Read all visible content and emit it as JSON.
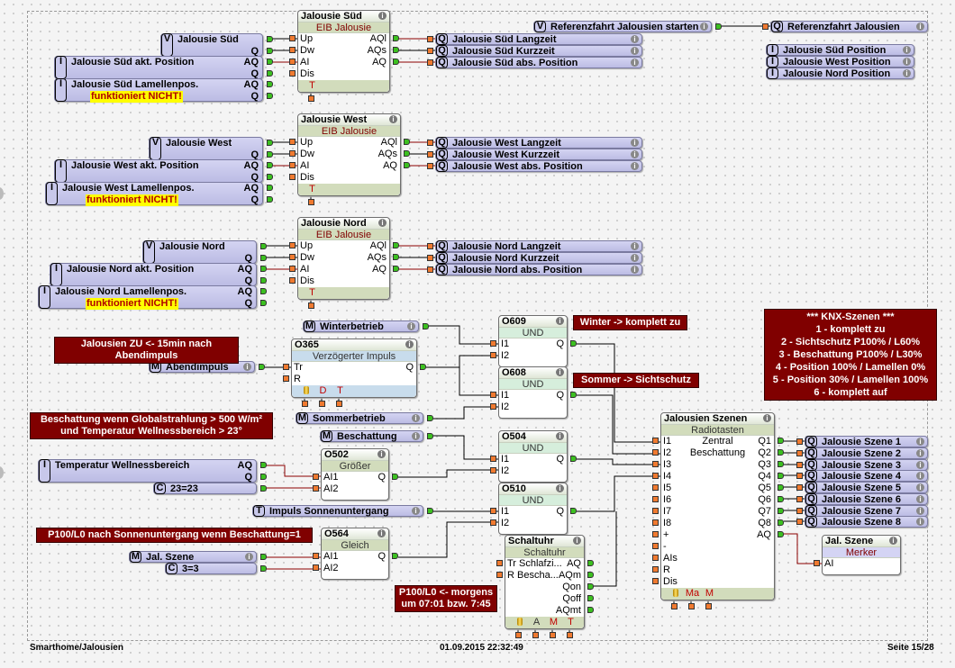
{
  "footer": {
    "path": "Smarthome/Jalousien",
    "datetime": "01.09.2015 22:32:49",
    "page": "Seite 15/28"
  },
  "colors": {
    "tag_fill": "#c8c8ec",
    "note_fill": "#800000",
    "warning_fill": "#ffff00",
    "output_connector": "#3cc020",
    "input_connector": "#f07a30",
    "analog_wire": "#8b0000",
    "digital_wire": "#000000"
  },
  "inputs": [
    {
      "badge": "V",
      "label": "Jalousie Süd",
      "ports": [
        "",
        "Q"
      ]
    },
    {
      "badge": "I",
      "label": "Jalousie Süd akt. Position",
      "ports": [
        "AQ",
        "Q"
      ]
    },
    {
      "badge": "I",
      "label": "Jalousie Süd Lamellenpos.",
      "ports": [
        "AQ",
        "Q"
      ],
      "note": "funktioniert NICHT!"
    },
    {
      "badge": "V",
      "label": "Jalousie West",
      "ports": [
        "",
        "Q"
      ]
    },
    {
      "badge": "I",
      "label": "Jalousie West akt. Position",
      "ports": [
        "AQ",
        "Q"
      ]
    },
    {
      "badge": "I",
      "label": "Jalousie West Lamellenpos.",
      "ports": [
        "AQ",
        "Q"
      ],
      "note": "funktioniert NICHT!"
    },
    {
      "badge": "V",
      "label": "Jalousie Nord",
      "ports": [
        "",
        "Q"
      ]
    },
    {
      "badge": "I",
      "label": "Jalousie Nord akt. Position",
      "ports": [
        "AQ",
        "Q"
      ]
    },
    {
      "badge": "I",
      "label": "Jalousie Nord Lamellenpos.",
      "ports": [
        "AQ",
        "Q"
      ],
      "note": "funktioniert NICHT!"
    },
    {
      "badge": "V",
      "label": "Referenzfahrt Jalousien starten",
      "ports": [
        ""
      ]
    },
    {
      "badge": "M",
      "label": "Winterbetrieb",
      "ports": [
        ""
      ]
    },
    {
      "badge": "M",
      "label": "Abendimpuls",
      "ports": [
        ""
      ]
    },
    {
      "badge": "M",
      "label": "Sommerbetrieb",
      "ports": [
        ""
      ]
    },
    {
      "badge": "M",
      "label": "Beschattung",
      "ports": [
        ""
      ]
    },
    {
      "badge": "I",
      "label": "Temperatur Wellnessbereich",
      "ports": [
        "AQ",
        "Q"
      ]
    },
    {
      "badge": "C",
      "label": "23=23",
      "ports": [
        ""
      ]
    },
    {
      "badge": "T",
      "label": "Impuls Sonnenuntergang",
      "ports": [
        ""
      ]
    },
    {
      "badge": "M",
      "label": "Jal. Szene",
      "ports": [
        ""
      ]
    },
    {
      "badge": "C",
      "label": "3=3",
      "ports": [
        ""
      ]
    }
  ],
  "outputs": [
    {
      "badge": "Q",
      "label": "Jalousie Süd Langzeit"
    },
    {
      "badge": "Q",
      "label": "Jalousie Süd Kurzzeit"
    },
    {
      "badge": "Q",
      "label": "Jalousie Süd abs. Position"
    },
    {
      "badge": "Q",
      "label": "Jalousie West Langzeit"
    },
    {
      "badge": "Q",
      "label": "Jalousie West Kurzzeit"
    },
    {
      "badge": "Q",
      "label": "Jalousie West abs. Position"
    },
    {
      "badge": "Q",
      "label": "Jalousie Nord Langzeit"
    },
    {
      "badge": "Q",
      "label": "Jalousie Nord Kurzzeit"
    },
    {
      "badge": "Q",
      "label": "Jalousie Nord abs. Position"
    },
    {
      "badge": "Q",
      "label": "Referenzfahrt Jalousien"
    },
    {
      "badge": "I",
      "label": "Jalousie Süd Position"
    },
    {
      "badge": "I",
      "label": "Jalousie West Position"
    },
    {
      "badge": "I",
      "label": "Jalousie Nord Position"
    },
    {
      "badge": "Q",
      "label": "Jalousie Szene 1"
    },
    {
      "badge": "Q",
      "label": "Jalousie Szene 2"
    },
    {
      "badge": "Q",
      "label": "Jalousie Szene 3"
    },
    {
      "badge": "Q",
      "label": "Jalousie Szene 4"
    },
    {
      "badge": "Q",
      "label": "Jalousie Szene 5"
    },
    {
      "badge": "Q",
      "label": "Jalousie Szene 6"
    },
    {
      "badge": "Q",
      "label": "Jalousie Szene 7"
    },
    {
      "badge": "Q",
      "label": "Jalousie Szene 8"
    }
  ],
  "blocks": [
    {
      "title": "Jalousie Süd",
      "subtitle": "EIB Jalousie",
      "inputs": [
        "Up",
        "Dw",
        "AI",
        "Dis"
      ],
      "outputs": [
        "AQl",
        "AQs",
        "AQ",
        ""
      ],
      "params": [
        "T"
      ]
    },
    {
      "title": "Jalousie West",
      "subtitle": "EIB Jalousie",
      "inputs": [
        "Up",
        "Dw",
        "AI",
        "Dis"
      ],
      "outputs": [
        "AQl",
        "AQs",
        "AQ",
        ""
      ],
      "params": [
        "T"
      ]
    },
    {
      "title": "Jalousie Nord",
      "subtitle": "EIB Jalousie",
      "inputs": [
        "Up",
        "Dw",
        "AI",
        "Dis"
      ],
      "outputs": [
        "AQl",
        "AQs",
        "AQ",
        ""
      ],
      "params": [
        "T"
      ]
    },
    {
      "title": "O365",
      "subtitle": "Verzögerter Impuls",
      "inputs": [
        "Tr",
        "R"
      ],
      "outputs": [
        "Q",
        ""
      ],
      "params": [
        "retentive-icon",
        "D",
        "T"
      ]
    },
    {
      "title": "O609",
      "subtitle": "UND",
      "inputs": [
        "I1",
        "I2"
      ],
      "outputs": [
        "Q",
        ""
      ],
      "params": []
    },
    {
      "title": "O608",
      "subtitle": "UND",
      "inputs": [
        "I1",
        "I2"
      ],
      "outputs": [
        "Q",
        ""
      ],
      "params": []
    },
    {
      "title": "O502",
      "subtitle": "Größer",
      "inputs": [
        "AI1",
        "AI2"
      ],
      "outputs": [
        "Q",
        ""
      ],
      "params": []
    },
    {
      "title": "O504",
      "subtitle": "UND",
      "inputs": [
        "I1",
        "I2"
      ],
      "outputs": [
        "Q",
        ""
      ],
      "params": []
    },
    {
      "title": "O510",
      "subtitle": "UND",
      "inputs": [
        "I1",
        "I2"
      ],
      "outputs": [
        "Q",
        ""
      ],
      "params": []
    },
    {
      "title": "O564",
      "subtitle": "Gleich",
      "inputs": [
        "AI1",
        "AI2"
      ],
      "outputs": [
        "Q",
        ""
      ],
      "params": []
    },
    {
      "title": "Schaltuhr",
      "subtitle": "Schaltuhr",
      "inputs": [
        "Tr Schlafzi...",
        "R Bescha...",
        "",
        "",
        ""
      ],
      "outputs": [
        "AQ",
        "AQm",
        "Qon",
        "Qoff",
        "AQmt"
      ],
      "params": [
        "retentive-icon",
        "A",
        "M",
        "T"
      ]
    },
    {
      "title": "Jalousien Szenen",
      "subtitle": "Radiotasten",
      "inputs": [
        "I1",
        "I2",
        "I3",
        "I4",
        "I5",
        "I6",
        "I7",
        "I8",
        "+",
        "-",
        "AIs",
        "R",
        "Dis"
      ],
      "outputs": [
        "Q1",
        "Q2",
        "Q3",
        "Q4",
        "Q5",
        "Q6",
        "Q7",
        "Q8",
        "AQ",
        "",
        "",
        "",
        ""
      ],
      "center": [
        "Zentral",
        "Beschattung"
      ],
      "params": [
        "retentive-icon",
        "Ma",
        "M"
      ]
    },
    {
      "title": "Jal. Szene",
      "subtitle": "Merker",
      "inputs": [
        "AI"
      ],
      "outputs": [
        ""
      ],
      "params": []
    }
  ],
  "notes": [
    {
      "lines": [
        "Jalousien ZU <- 15min nach Abendimpuls"
      ]
    },
    {
      "lines": [
        "Winter -> komplett zu"
      ]
    },
    {
      "lines": [
        "Sommer -> Sichtschutz"
      ]
    },
    {
      "lines": [
        "Beschattung wenn Globalstrahlung > 500 W/m²",
        "und Temperatur Wellnessbereich > 23°"
      ]
    },
    {
      "lines": [
        "P100/L0 nach Sonnenuntergang wenn Beschattung=1"
      ]
    },
    {
      "lines": [
        "P100/L0 <- morgens",
        "um 07:01 bzw. 7:45"
      ]
    },
    {
      "lines": [
        "*** KNX-Szenen ***",
        "1 - komplett zu",
        "2 - Sichtschutz P100% / L60%",
        "3 - Beschattung P100% / L30%",
        "4 - Position 100% / Lamellen 0%",
        "5 - Position 30% / Lamellen 100%",
        "6 - komplett auf"
      ]
    }
  ]
}
